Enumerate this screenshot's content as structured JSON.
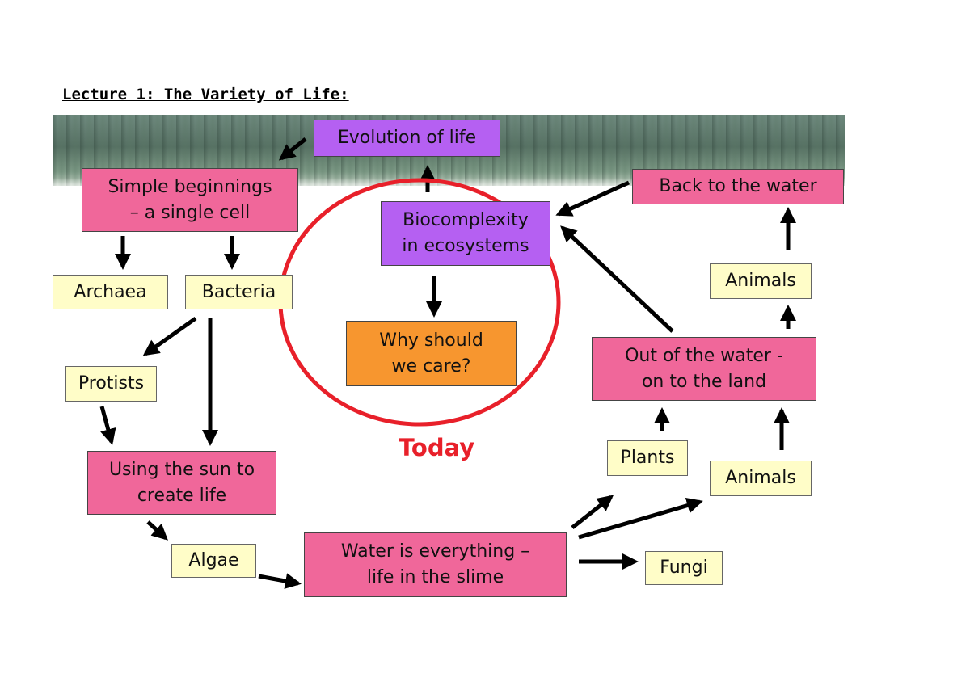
{
  "page": {
    "title": "Lecture 1: The Variety of Life:"
  },
  "diagram": {
    "nodes": {
      "evolution": "Evolution of life",
      "simple": "Simple beginnings\n– a single cell",
      "archaea": "Archaea",
      "bacteria": "Bacteria",
      "protists": "Protists",
      "sun": "Using the sun to\ncreate life",
      "algae": "Algae",
      "water": "Water is everything –\nlife in the slime",
      "biocomplexity": "Biocomplexity\nin ecosystems",
      "care": "Why should\nwe care?",
      "back_water": "Back to the water",
      "animals_top": "Animals",
      "out_water": "Out of the water -\non to the land",
      "plants": "Plants",
      "animals_bottom": "Animals",
      "fungi": "Fungi"
    },
    "highlight_label": "Today",
    "colors": {
      "pink": "#f0679a",
      "purple": "#b560f2",
      "orange": "#f7962f",
      "cream": "#fffdc8",
      "highlight": "#e8202a"
    }
  }
}
